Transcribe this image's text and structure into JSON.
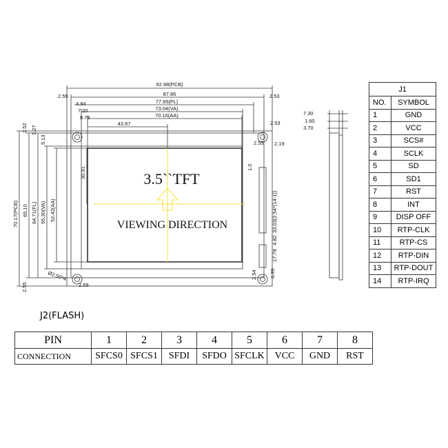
{
  "drawing": {
    "screen_label": "3.5``TFT",
    "viewing_label": "VIEWING DIRECTION",
    "dims_top": [
      "92.98(PCB)",
      "87.86",
      "77.95(FL)",
      "73.04(VA)",
      "70.16(AA)",
      "43.97"
    ],
    "dims_top_small": [
      "2.59",
      "4.94",
      "7.20",
      "8.79",
      "2.53"
    ],
    "dims_right": [
      "2.53",
      "2.19",
      "2.55",
      "1.0",
      "33.03(2.54*(14-1))",
      "4.82",
      "17.78",
      "2.54",
      "6.99"
    ],
    "dims_left": [
      "2.52",
      "3.27",
      "5.13",
      "70.17(PCB)",
      "65.10",
      "64.71(FL)",
      "55.30(VA)",
      "52.42(AA)",
      "30.91",
      "2.55"
    ],
    "dims_bottom": [
      "Ø2.50*4",
      "2.59"
    ],
    "side_dims": [
      "7.30",
      "1.60",
      "3.70"
    ]
  },
  "j1": {
    "title": "J1",
    "header": {
      "no": "NO.",
      "symbol": "SYMBOL"
    },
    "rows": [
      {
        "no": "1",
        "symbol": "GND"
      },
      {
        "no": "2",
        "symbol": "VCC"
      },
      {
        "no": "3",
        "symbol": "SCS#"
      },
      {
        "no": "4",
        "symbol": "SCLK"
      },
      {
        "no": "5",
        "symbol": "SD"
      },
      {
        "no": "6",
        "symbol": "SD1"
      },
      {
        "no": "7",
        "symbol": "RST"
      },
      {
        "no": "8",
        "symbol": "INT"
      },
      {
        "no": "9",
        "symbol": "DISP OFF"
      },
      {
        "no": "10",
        "symbol": "RTP-CLK"
      },
      {
        "no": "11",
        "symbol": "RTP-CS"
      },
      {
        "no": "12",
        "symbol": "RTP-DIN"
      },
      {
        "no": "13",
        "symbol": "RTP-DOUT"
      },
      {
        "no": "14",
        "symbol": "RTP-IRQ"
      }
    ]
  },
  "j2": {
    "title": "J2(FLASH)",
    "pin_label": "PIN",
    "connection_label": "CONNECTION",
    "pins": [
      "1",
      "2",
      "3",
      "4",
      "5",
      "6",
      "7",
      "8"
    ],
    "connections": [
      "SFCS0",
      "SFCS1",
      "SFDI",
      "SFDO",
      "SFCLK",
      "VCC",
      "GND",
      "RST"
    ]
  }
}
